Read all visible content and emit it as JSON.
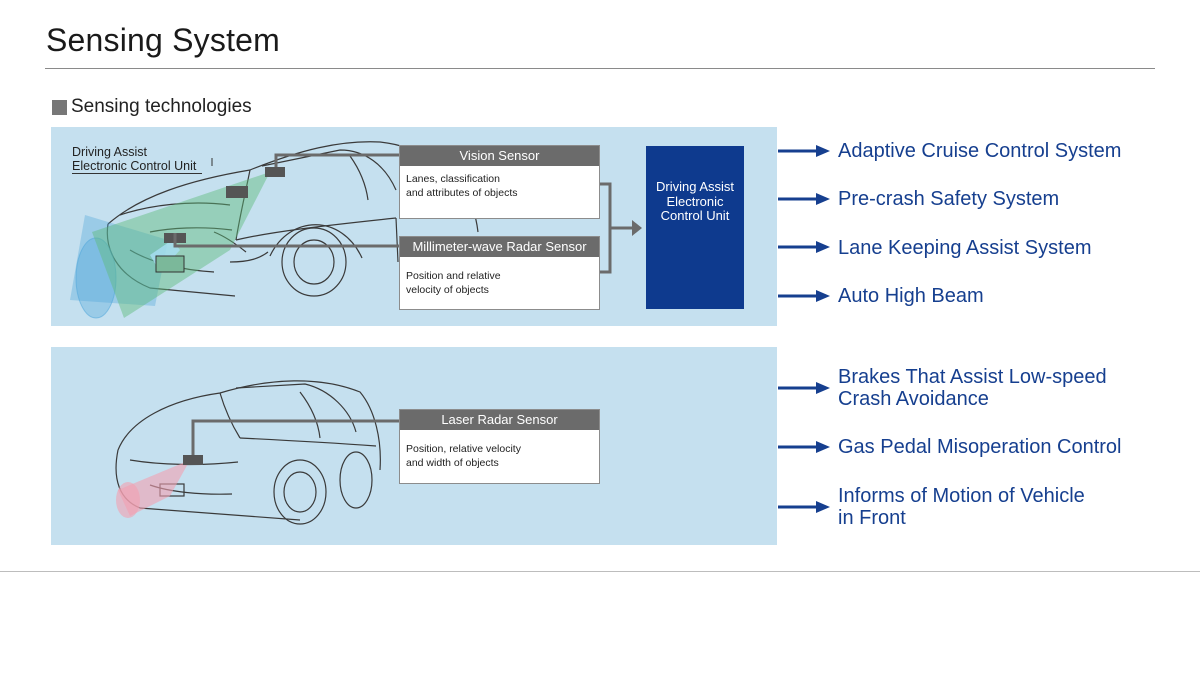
{
  "page": {
    "title": "Sensing System",
    "subtitle": "Sensing technologies"
  },
  "top_panel": {
    "car_label": [
      "Driving Assist",
      "Electronic Control Unit"
    ],
    "vision_sensor": {
      "title": "Vision Sensor",
      "desc": [
        "Lanes, classification",
        "and attributes of objects"
      ]
    },
    "radar_sensor": {
      "title": "Millimeter-wave Radar Sensor",
      "desc": [
        "Position and relative",
        "velocity of objects"
      ]
    },
    "ecu": {
      "label": [
        "Driving Assist",
        "Electronic",
        "Control Unit"
      ]
    }
  },
  "bottom_panel": {
    "laser_sensor": {
      "title": "Laser Radar Sensor",
      "desc": [
        "Position, relative velocity",
        "and width of objects"
      ]
    }
  },
  "features_top": [
    "Adaptive Cruise Control System",
    "Pre-crash Safety System",
    "Lane Keeping Assist System",
    "Auto High Beam"
  ],
  "features_bottom": [
    [
      "Brakes That Assist Low-speed",
      "Crash Avoidance"
    ],
    [
      "Gas Pedal Misoperation Control"
    ],
    [
      "Informs of Motion of Vehicle",
      "in Front"
    ]
  ],
  "colors": {
    "panel": "#c5e0ef",
    "ecu": "#0e3a8e",
    "feature_text": "#163f8f",
    "sensor_header": "#6b6b6b"
  }
}
